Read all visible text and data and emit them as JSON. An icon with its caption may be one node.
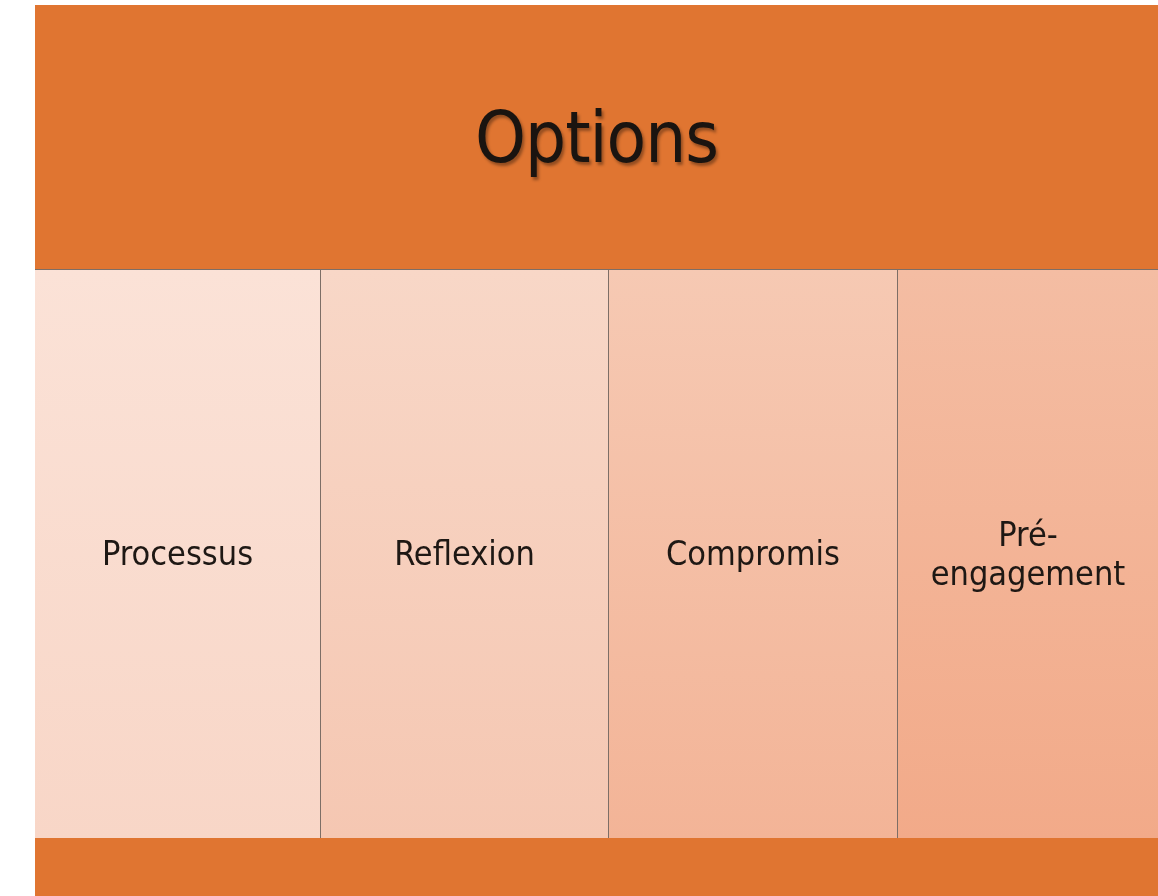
{
  "diagram": {
    "nodes": [
      {
        "text": [
          "Options"
        ]
      },
      {
        "text": [
          "Processus"
        ]
      },
      {
        "text": [
          "Reflexion"
        ]
      },
      {
        "text": [
          "Compromis"
        ]
      },
      {
        "text": [
          "Pré- engagement"
        ]
      },
      {
        "text": [],
        "shape": "bar"
      }
    ]
  }
}
